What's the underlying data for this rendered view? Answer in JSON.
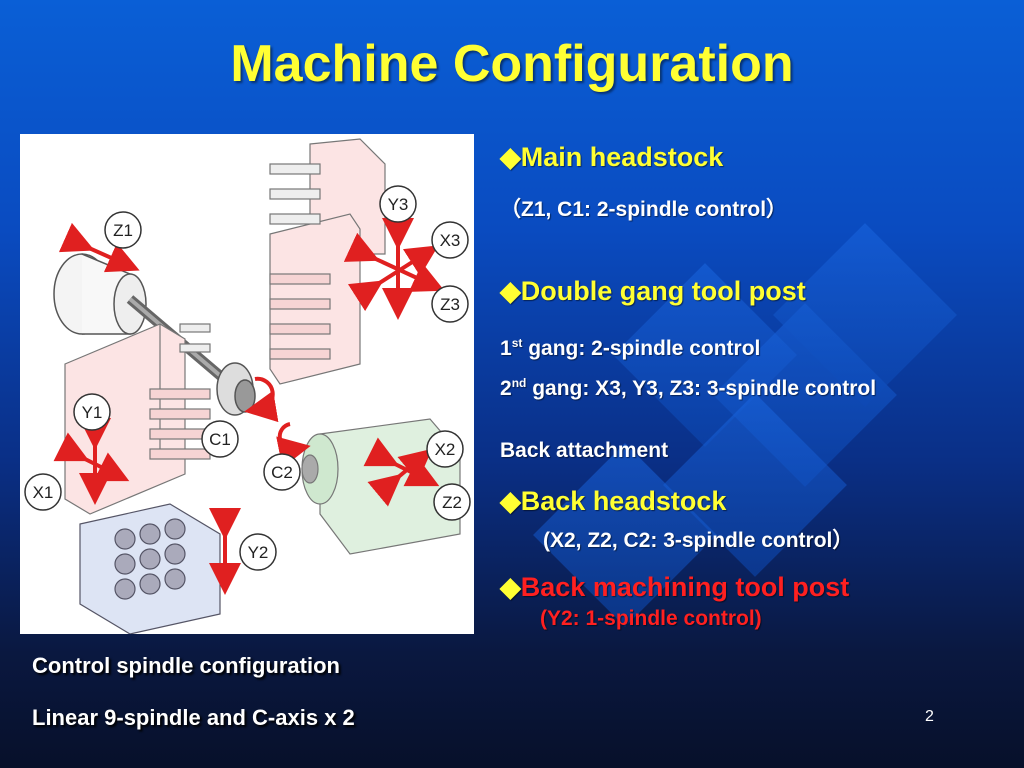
{
  "slide": {
    "title": "Machine Configuration",
    "page_number": "2"
  },
  "figure": {
    "labels": {
      "z1": "Z1",
      "y3": "Y3",
      "x3": "X3",
      "z3": "Z3",
      "y1": "Y1",
      "c1": "C1",
      "x2": "X2",
      "c2": "C2",
      "z2": "Z2",
      "x1": "X1",
      "y2": "Y2"
    }
  },
  "right_panel": {
    "bullet_symbol": "◆",
    "main_headstock": "Main headstock",
    "main_headstock_detail": "（Z1, C1: 2-spindle control）",
    "double_gang": "Double gang tool post",
    "gang1_num": "1",
    "gang1_sup": "st",
    "gang1_text": " gang: 2-spindle control",
    "gang2_num": "2",
    "gang2_sup": "nd",
    "gang2_text": " gang: X3, Y3, Z3: 3-spindle control",
    "back_attachment": "Back attachment",
    "back_headstock": "Back headstock",
    "back_headstock_detail": "(X2, Z2, C2: 3-spindle control）",
    "back_tool_post": "Back machining tool post",
    "back_tool_post_detail": "(Y2: 1-spindle control)"
  },
  "captions": {
    "line1": "Control spindle configuration",
    "line2": "Linear 9-spindle and C-axis x 2"
  },
  "colors": {
    "title": "#ffff33",
    "highlight_red": "#ff2020",
    "arrow_red": "#e02020"
  }
}
